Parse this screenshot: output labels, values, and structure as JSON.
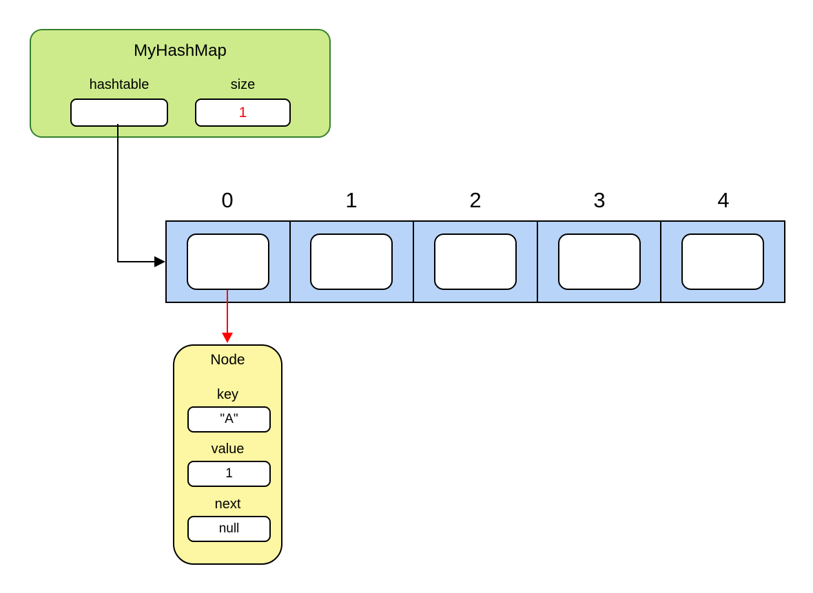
{
  "colors": {
    "canvas-bg": "#ffffff",
    "map-fill": "#cdeb8b",
    "map-stroke": "#36802d",
    "array-fill": "#b8d4f8",
    "node-fill": "#fdf6a2",
    "box-stroke": "#000000",
    "line-black": "#000000",
    "accent-red": "#ff0000"
  },
  "hashmap": {
    "title": "MyHashMap",
    "fields": [
      {
        "label": "hashtable",
        "value": ""
      },
      {
        "label": "size",
        "value": "1"
      }
    ]
  },
  "array": {
    "indices": [
      "0",
      "1",
      "2",
      "3",
      "4"
    ]
  },
  "node": {
    "title": "Node",
    "fields": [
      {
        "label": "key",
        "value": "\"A\""
      },
      {
        "label": "value",
        "value": "1"
      },
      {
        "label": "next",
        "value": "null"
      }
    ]
  }
}
